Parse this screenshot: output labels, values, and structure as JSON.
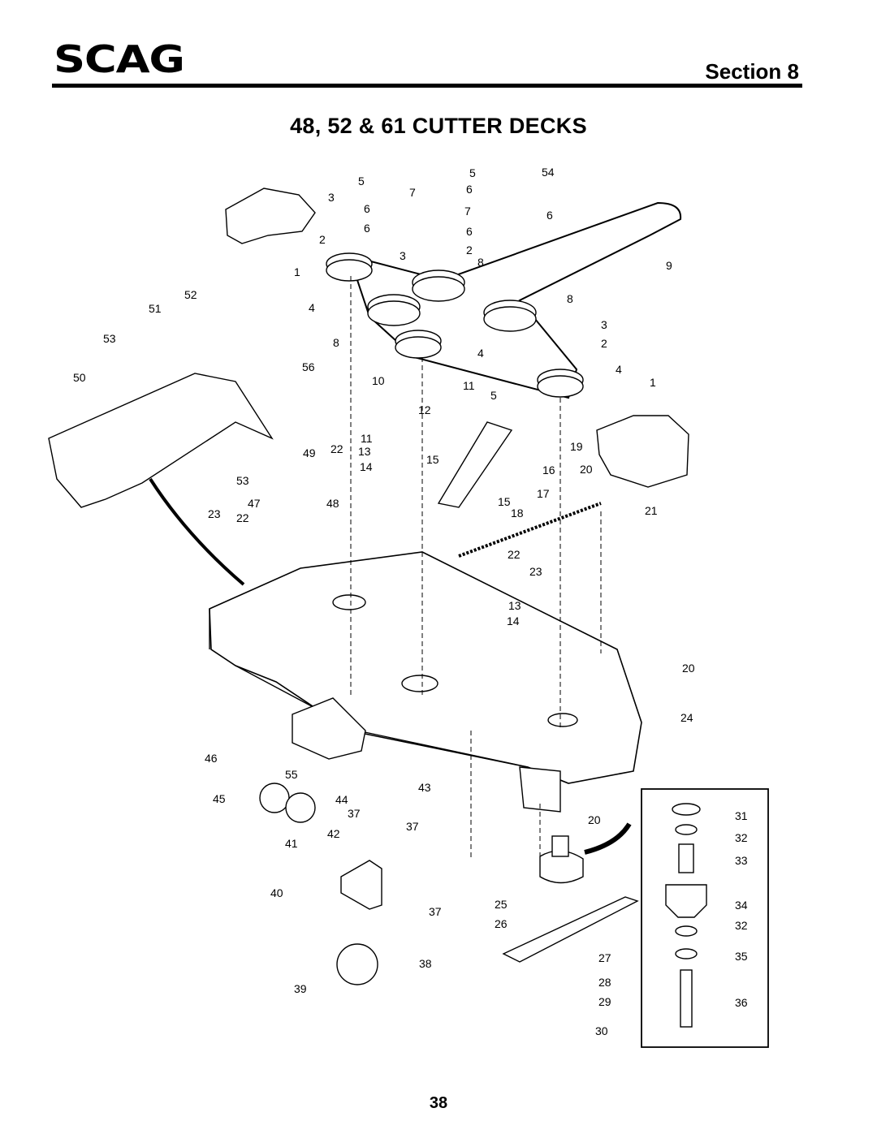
{
  "header": {
    "brand": "SCAG",
    "section": "Section 8",
    "title": "48, 52 & 61 CUTTER DECKS",
    "page_number": "38"
  },
  "callouts": [
    {
      "id": "c1",
      "text": "5"
    },
    {
      "id": "c2",
      "text": "3"
    },
    {
      "id": "c3",
      "text": "7"
    },
    {
      "id": "c4",
      "text": "6"
    },
    {
      "id": "c5",
      "text": "6"
    },
    {
      "id": "c6",
      "text": "2"
    },
    {
      "id": "c7",
      "text": "3"
    },
    {
      "id": "c8",
      "text": "1"
    },
    {
      "id": "c9",
      "text": "52"
    },
    {
      "id": "c10",
      "text": "51"
    },
    {
      "id": "c11",
      "text": "4"
    },
    {
      "id": "c12",
      "text": "53"
    },
    {
      "id": "c13",
      "text": "8"
    },
    {
      "id": "c14",
      "text": "50"
    },
    {
      "id": "c15",
      "text": "56"
    },
    {
      "id": "c16",
      "text": "5"
    },
    {
      "id": "c17",
      "text": "6"
    },
    {
      "id": "c18",
      "text": "7"
    },
    {
      "id": "c19",
      "text": "6"
    },
    {
      "id": "c20",
      "text": "2"
    },
    {
      "id": "c21",
      "text": "8"
    },
    {
      "id": "c22",
      "text": "54"
    },
    {
      "id": "c23",
      "text": "6"
    },
    {
      "id": "c24",
      "text": "9"
    },
    {
      "id": "c25",
      "text": "8"
    },
    {
      "id": "c26",
      "text": "3"
    },
    {
      "id": "c27",
      "text": "2"
    },
    {
      "id": "c28",
      "text": "4"
    },
    {
      "id": "c29",
      "text": "4"
    },
    {
      "id": "c30",
      "text": "10"
    },
    {
      "id": "c31",
      "text": "11"
    },
    {
      "id": "c32",
      "text": "5"
    },
    {
      "id": "c33",
      "text": "12"
    },
    {
      "id": "c34",
      "text": "1"
    },
    {
      "id": "c35",
      "text": "11"
    },
    {
      "id": "c36",
      "text": "13"
    },
    {
      "id": "c37",
      "text": "14"
    },
    {
      "id": "c38",
      "text": "49"
    },
    {
      "id": "c39",
      "text": "22"
    },
    {
      "id": "c40",
      "text": "15"
    },
    {
      "id": "c41",
      "text": "16"
    },
    {
      "id": "c42",
      "text": "19"
    },
    {
      "id": "c43",
      "text": "20"
    },
    {
      "id": "c44",
      "text": "53"
    },
    {
      "id": "c45",
      "text": "17"
    },
    {
      "id": "c46",
      "text": "47"
    },
    {
      "id": "c47",
      "text": "48"
    },
    {
      "id": "c48",
      "text": "15"
    },
    {
      "id": "c49",
      "text": "21"
    },
    {
      "id": "c50",
      "text": "23"
    },
    {
      "id": "c51",
      "text": "22"
    },
    {
      "id": "c52",
      "text": "18"
    },
    {
      "id": "c53",
      "text": "22"
    },
    {
      "id": "c54",
      "text": "23"
    },
    {
      "id": "c55",
      "text": "13"
    },
    {
      "id": "c56",
      "text": "14"
    },
    {
      "id": "c57",
      "text": "20"
    },
    {
      "id": "c58",
      "text": "24"
    },
    {
      "id": "c59",
      "text": "46"
    },
    {
      "id": "c60",
      "text": "55"
    },
    {
      "id": "c61",
      "text": "43"
    },
    {
      "id": "c62",
      "text": "45"
    },
    {
      "id": "c63",
      "text": "44"
    },
    {
      "id": "c64",
      "text": "37"
    },
    {
      "id": "c65",
      "text": "37"
    },
    {
      "id": "c66",
      "text": "20"
    },
    {
      "id": "c67",
      "text": "42"
    },
    {
      "id": "c68",
      "text": "41"
    },
    {
      "id": "c69",
      "text": "31"
    },
    {
      "id": "c70",
      "text": "32"
    },
    {
      "id": "c71",
      "text": "33"
    },
    {
      "id": "c72",
      "text": "40"
    },
    {
      "id": "c73",
      "text": "37"
    },
    {
      "id": "c74",
      "text": "25"
    },
    {
      "id": "c75",
      "text": "34"
    },
    {
      "id": "c76",
      "text": "26"
    },
    {
      "id": "c77",
      "text": "32"
    },
    {
      "id": "c78",
      "text": "27"
    },
    {
      "id": "c79",
      "text": "35"
    },
    {
      "id": "c80",
      "text": "38"
    },
    {
      "id": "c81",
      "text": "28"
    },
    {
      "id": "c82",
      "text": "39"
    },
    {
      "id": "c83",
      "text": "29"
    },
    {
      "id": "c84",
      "text": "36"
    },
    {
      "id": "c85",
      "text": "30"
    }
  ]
}
